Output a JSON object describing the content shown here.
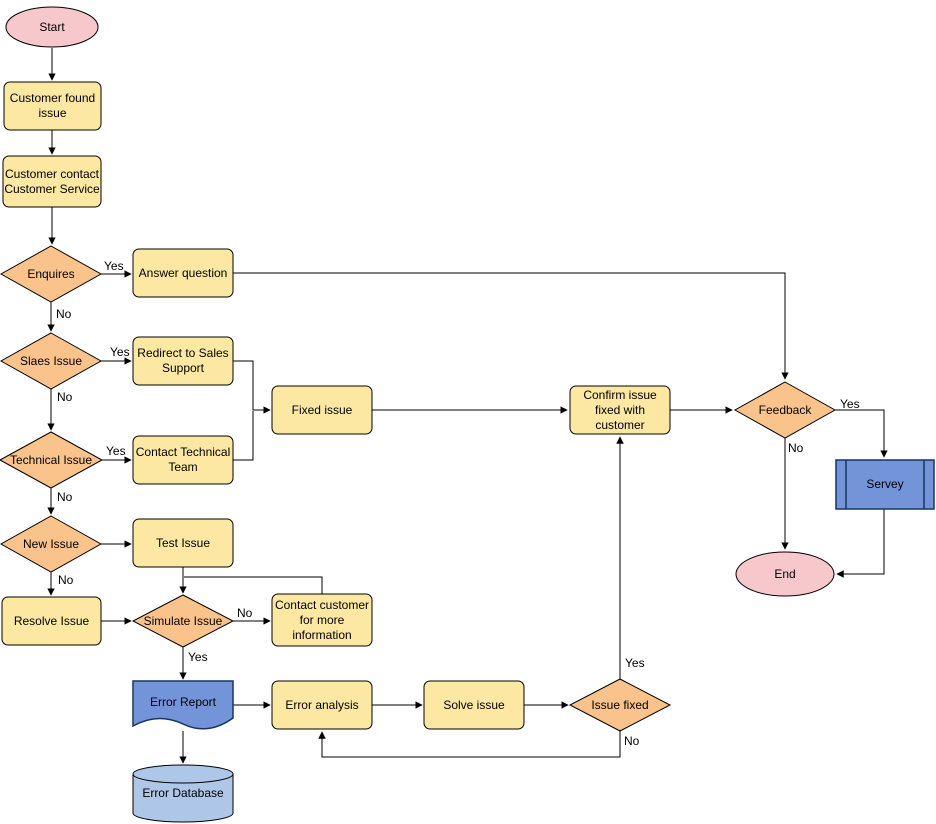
{
  "diagram": {
    "colors": {
      "terminator_fill": "#f6c8cc",
      "process_fill": "#fce8a3",
      "decision_fill": "#f9c38b",
      "blue_fill": "#7394d9",
      "database_fill": "#aec6e8",
      "line_color": "#000000"
    },
    "nodes": {
      "start": {
        "type": "terminator",
        "label": "Start"
      },
      "customer_found_issue": {
        "type": "process",
        "label": "Customer found issue"
      },
      "customer_contact": {
        "type": "process",
        "label": "Customer contact Customer Service"
      },
      "enquires": {
        "type": "decision",
        "label": "Enquires"
      },
      "answer_question": {
        "type": "process",
        "label": "Answer question"
      },
      "sales_issue": {
        "type": "decision",
        "label": "Slaes Issue"
      },
      "redirect_sales": {
        "type": "process",
        "label": "Redirect to Sales Support"
      },
      "technical_issue": {
        "type": "decision",
        "label": "Technical Issue"
      },
      "contact_technical": {
        "type": "process",
        "label": "Contact Technical Team"
      },
      "fixed_issue": {
        "type": "process",
        "label": "Fixed issue"
      },
      "confirm_issue": {
        "type": "process",
        "label": "Confirm issue fixed with customer"
      },
      "feedback": {
        "type": "decision",
        "label": "Feedback"
      },
      "survey": {
        "type": "predefined-process",
        "label": "Servey"
      },
      "end": {
        "type": "terminator",
        "label": "End"
      },
      "new_issue": {
        "type": "decision",
        "label": "New Issue"
      },
      "test_issue": {
        "type": "process",
        "label": "Test Issue"
      },
      "resolve_issue": {
        "type": "process",
        "label": "Resolve Issue"
      },
      "simulate_issue": {
        "type": "decision",
        "label": "Simulate Issue"
      },
      "contact_customer": {
        "type": "process",
        "label": "Contact customer for more information"
      },
      "error_report": {
        "type": "document",
        "label": "Error Report"
      },
      "error_analysis": {
        "type": "process",
        "label": "Error analysis"
      },
      "solve_issue": {
        "type": "process",
        "label": "Solve issue"
      },
      "issue_fixed": {
        "type": "decision",
        "label": "Issue fixed"
      },
      "error_database": {
        "type": "database",
        "label": "Error Database"
      }
    },
    "edge_labels": {
      "enquires_yes": "Yes",
      "enquires_no": "No",
      "sales_yes": "Yes",
      "sales_no": "No",
      "technical_yes": "Yes",
      "technical_no": "No",
      "new_issue_no": "No",
      "simulate_no": "No",
      "simulate_yes": "Yes",
      "issue_fixed_yes": "Yes",
      "issue_fixed_no": "No",
      "feedback_yes": "Yes",
      "feedback_no": "No"
    }
  }
}
